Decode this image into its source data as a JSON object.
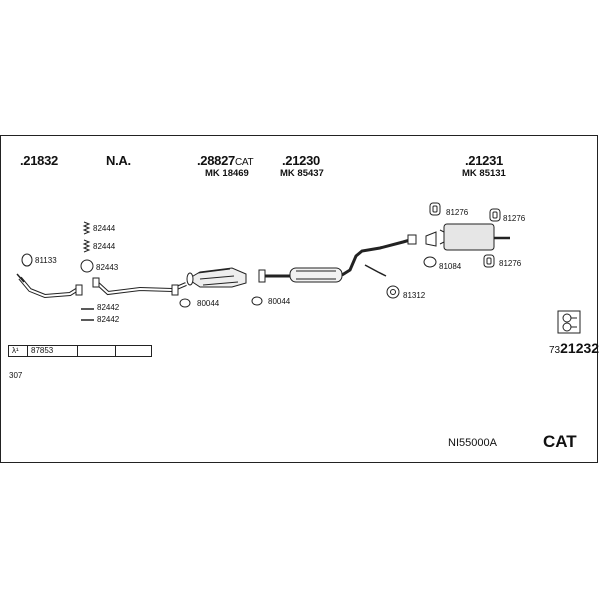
{
  "groups": [
    {
      "code": ".21832",
      "mk": ""
    },
    {
      "code": "N.A.",
      "mk": ""
    },
    {
      "code": ".28827",
      "suffix": "CAT",
      "mk": "MK 18469"
    },
    {
      "code": ".21230",
      "mk": "MK 85437"
    },
    {
      "code": ".21231",
      "mk": "MK 85131"
    }
  ],
  "parts": {
    "p81133": "81133",
    "p82444a": "82444",
    "p82444b": "82444",
    "p82443": "82443",
    "p82442a": "82442",
    "p82442b": "82442",
    "p80044a": "80044",
    "p80044b": "80044",
    "p81312": "81312",
    "p81276a": "81276",
    "p81276b": "81276",
    "p81276c": "81276",
    "p81084": "81084"
  },
  "table": {
    "c1": "λ¹",
    "c2": "87853",
    "c3": "",
    "c4": ""
  },
  "kit": {
    "prefix": "73",
    "number": "21232"
  },
  "model": "307",
  "ref": "NI55000A",
  "cat": "CAT"
}
